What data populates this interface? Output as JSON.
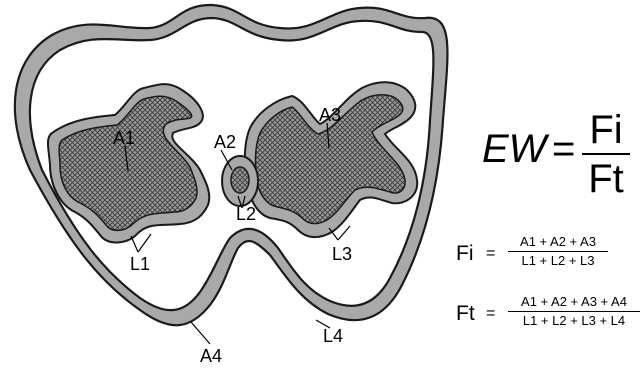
{
  "diagram": {
    "labels": {
      "a1": "A1",
      "a2": "A2",
      "a3": "A3",
      "a4": "A4",
      "l1": "L1",
      "l2": "L2",
      "l3": "L3",
      "l4": "L4"
    },
    "main_equation": {
      "lhs": "EW",
      "equals": "=",
      "numerator": "Fi",
      "denominator": "Ft"
    },
    "fi_equation": {
      "lhs": "Fi",
      "equals": "=",
      "numerator": "A1 + A2 + A3",
      "denominator": "L1 + L2 + L3"
    },
    "ft_equation": {
      "lhs": "Ft",
      "equals": "=",
      "numerator": "A1 + A2 + A3 + A4",
      "denominator": "L1 + L2 + L3 + L4"
    }
  }
}
